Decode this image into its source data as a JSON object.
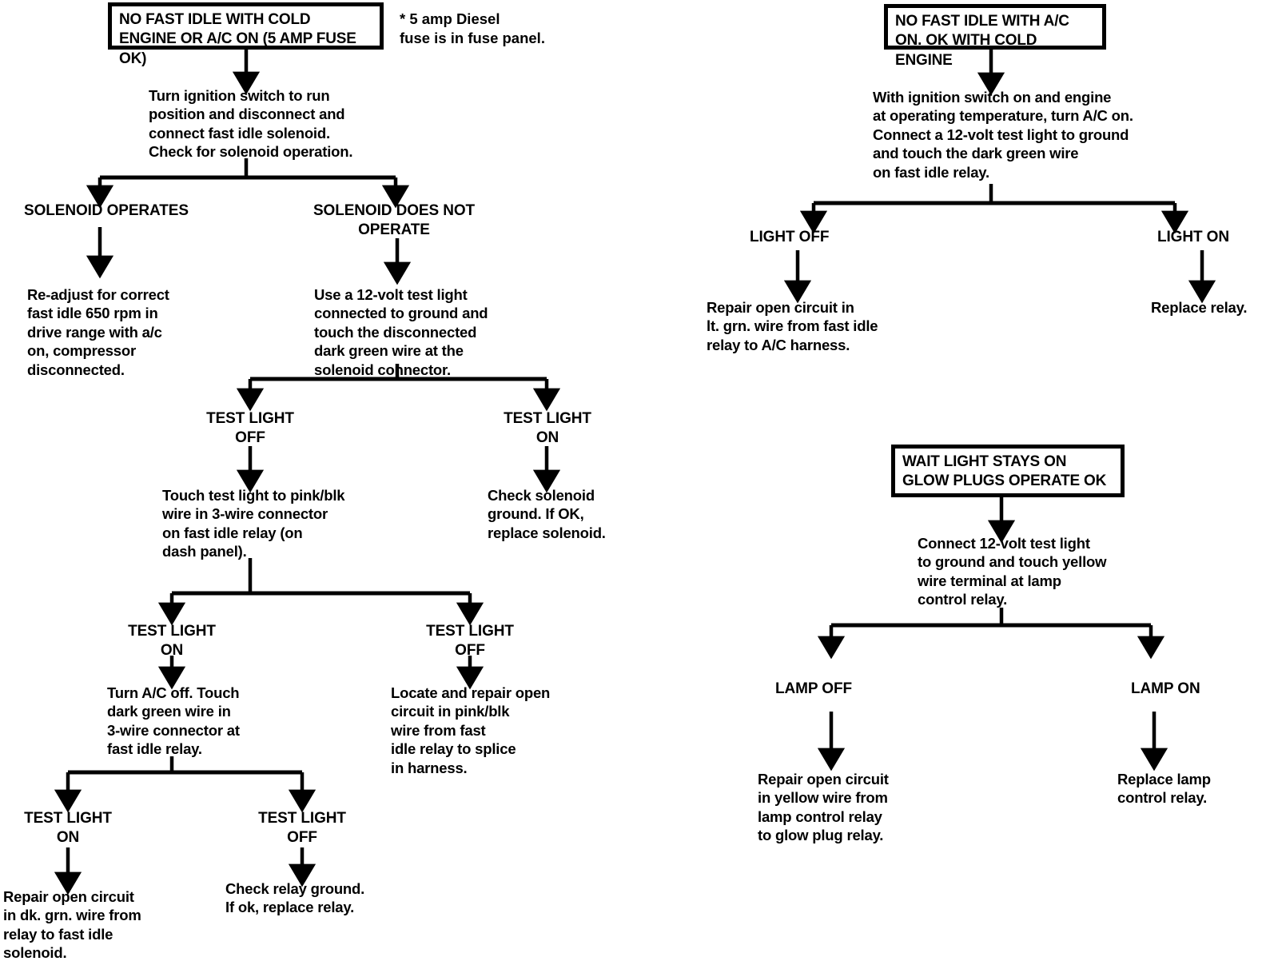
{
  "diagram": {
    "title": "Fast Idle / Glow Plug Diagnostic Flowcharts",
    "background_color": "#ffffff",
    "ink_color": "#000000"
  },
  "chart_data": {
    "type": "diagram",
    "subtype": "flowchart",
    "charts": [
      {
        "name": "no-fast-idle-cold-engine",
        "root": "NO FAST IDLE WITH COLD\nENGINE OR A/C ON (5 AMP FUSE OK)"
      },
      {
        "name": "no-fast-idle-ac-on",
        "root": "NO FAST IDLE WITH A/C\nON. OK WITH COLD ENGINE"
      },
      {
        "name": "wait-light-glow-plugs",
        "root": "WAIT LIGHT STAYS ON\nGLOW PLUGS OPERATE OK"
      }
    ]
  },
  "left_chart": {
    "header_box": "NO FAST IDLE WITH COLD\nENGINE OR A/C ON (5 AMP FUSE OK)",
    "footnote": "* 5 amp Diesel\nfuse is in fuse panel.",
    "step1": "Turn ignition switch to run\nposition and disconnect and\nconnect fast idle solenoid.\nCheck for solenoid operation.",
    "branch1_left_label": "SOLENOID OPERATES",
    "branch1_right_label": "SOLENOID DOES NOT\nOPERATE",
    "branch1_left_result": "Re-adjust for correct\nfast idle 650 rpm in\ndrive range with a/c\non, compressor\ndisconnected.",
    "branch1_right_step": "Use a 12-volt test light\nconnected to ground and\ntouch the disconnected\ndark green wire at the\nsolenoid connector.",
    "branch2_left_label": "TEST LIGHT\nOFF",
    "branch2_right_label": "TEST LIGHT\nON",
    "branch2_left_step": "Touch test light to pink/blk\nwire in 3-wire connector\non fast idle relay (on\ndash panel).",
    "branch2_right_result": "Check solenoid\nground. If OK,\nreplace solenoid.",
    "branch3_left_label": "TEST LIGHT\nON",
    "branch3_right_label": "TEST LIGHT\nOFF",
    "branch3_left_step": "Turn A/C off. Touch\ndark green wire in\n3-wire connector at\nfast idle relay.",
    "branch3_right_result": "Locate and repair open\ncircuit in pink/blk\nwire from fast\nidle relay to splice\nin harness.",
    "branch4_left_label": "TEST LIGHT\nON",
    "branch4_right_label": "TEST LIGHT\nOFF",
    "branch4_left_result": "Repair open circuit\nin dk. grn. wire from\nrelay to fast idle\nsolenoid.",
    "branch4_right_result": "Check relay ground.\nIf ok, replace relay."
  },
  "right_chart_top": {
    "header_box": "NO FAST IDLE WITH A/C\nON. OK WITH COLD ENGINE",
    "step1": "With ignition switch on and engine\nat operating temperature, turn A/C on.\nConnect a 12-volt test light to ground\nand touch the dark green wire\non fast idle relay.",
    "branch_left_label": "LIGHT OFF",
    "branch_right_label": "LIGHT ON",
    "branch_left_result": "Repair open circuit in\nlt. grn. wire from fast idle\nrelay to A/C harness.",
    "branch_right_result": "Replace relay."
  },
  "right_chart_bottom": {
    "header_box": "WAIT LIGHT STAYS ON\nGLOW PLUGS OPERATE OK",
    "step1": "Connect 12-volt test light\nto ground and touch yellow\nwire terminal at lamp\ncontrol relay.",
    "branch_left_label": "LAMP OFF",
    "branch_right_label": "LAMP ON",
    "branch_left_result": "Repair open circuit\nin yellow wire from\nlamp control relay\nto glow plug relay.",
    "branch_right_result": "Replace lamp\ncontrol relay."
  }
}
